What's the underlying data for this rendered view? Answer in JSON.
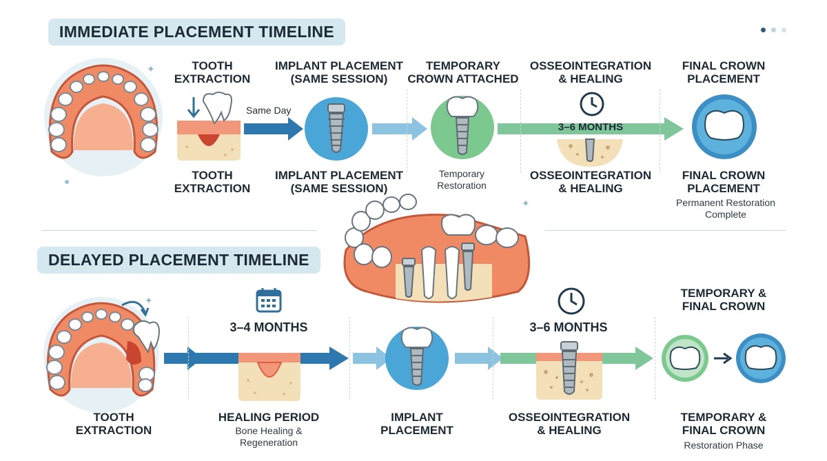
{
  "immediate": {
    "title": "IMMEDIATE PLACEMENT TIMELINE",
    "steps": [
      {
        "top": "TOOTH\nEXTRACTION",
        "bottom": "TOOTH\nEXTRACTION",
        "note": ""
      },
      {
        "top": "IMPLANT PLACEMENT\n(SAME SESSION)",
        "bottom": "IMPLANT PLACEMENT\n(SAME SESSION)",
        "note": ""
      },
      {
        "top": "TEMPORARY\nCROWN ATTACHED",
        "bottom": "",
        "note": "Temporary\nRestoration"
      },
      {
        "top": "OSSEOINTEGRATION\n& HEALING",
        "bottom": "OSSEOINTEGRATION\n& HEALING",
        "note": ""
      },
      {
        "top": "FINAL CROWN\nPLACEMENT",
        "bottom": "FINAL CROWN\nPLACEMENT",
        "note": "Permanent Restoration\nComplete"
      }
    ],
    "arrow_same_day": "Same Day",
    "arrow_months": "3–6 MONTHS"
  },
  "delayed": {
    "title": "DELAYED PLACEMENT TIMELINE",
    "steps": [
      {
        "bottom": "TOOTH\nEXTRACTION",
        "note": ""
      },
      {
        "bottom": "HEALING PERIOD",
        "note": "Bone Healing &\nRegeneration"
      },
      {
        "bottom": "IMPLANT\nPLACEMENT",
        "note": ""
      },
      {
        "bottom": "OSSEOINTEGRATION\n& HEALING",
        "note": ""
      },
      {
        "bottom": "TEMPORARY &\nFINAL CROWN",
        "note": "Restoration Phase"
      }
    ],
    "healing_months": "3–4 MONTHS",
    "osseo_months": "3–6 MONTHS",
    "crown_top": "TEMPORARY &\nFINAL CROWN"
  },
  "colors": {
    "banner": "#d6e8ef",
    "arrow_dark": "#2e78b0",
    "arrow_light": "#8cc3e0",
    "arrow_green": "#7fc79b",
    "gum": "#f08a65",
    "bone": "#f3dfb8",
    "circle_blue": "#4aa6d6",
    "circle_green": "#7cc98f"
  },
  "icons": [
    "tooth-icon",
    "implant-icon",
    "clock-icon",
    "calendar-icon",
    "jaw-icon",
    "crown-icon"
  ]
}
